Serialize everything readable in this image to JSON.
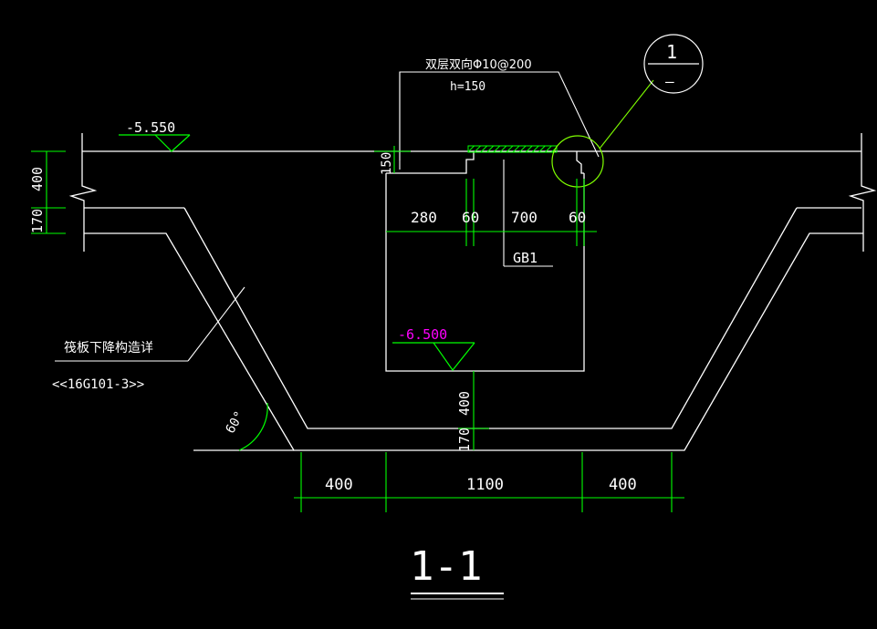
{
  "colors": {
    "background": "#000000",
    "outline": "#ffffff",
    "dimension": "#00ff00",
    "elevation_low": "#ff00ff",
    "leader": "#7fff00"
  },
  "elevations": {
    "top": "-5.550",
    "pit_bottom": "-6.500"
  },
  "reinforcement": {
    "spec": "双层双向Φ10@200",
    "thickness": "h=150"
  },
  "detail_callout": {
    "number": "1",
    "sheet": "–"
  },
  "beam_label": "GB1",
  "note": {
    "line1": "筏板下降构造详",
    "line2": "<<16G101-3>>"
  },
  "angle": "60°",
  "dims": {
    "left_thickness": [
      "400",
      "170"
    ],
    "ledge": "150",
    "top_run": [
      "280",
      "60",
      "700",
      "60"
    ],
    "pit_thickness": [
      "400",
      "170"
    ],
    "bottom_run": [
      "400",
      "1100",
      "400"
    ]
  },
  "section_title": "1-1"
}
